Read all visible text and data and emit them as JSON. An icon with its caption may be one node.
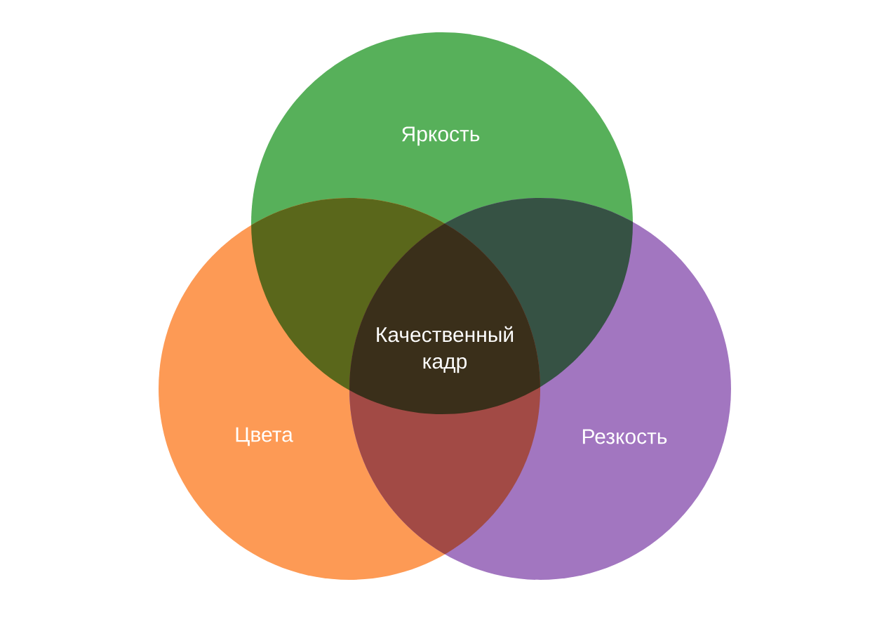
{
  "diagram": {
    "nodes": [
      {
        "text": [
          "Яркость"
        ]
      },
      {
        "text": [
          "Цвета"
        ]
      },
      {
        "text": [
          "Резкость"
        ]
      }
    ],
    "labels": [
      "Качественный кадр"
    ]
  }
}
